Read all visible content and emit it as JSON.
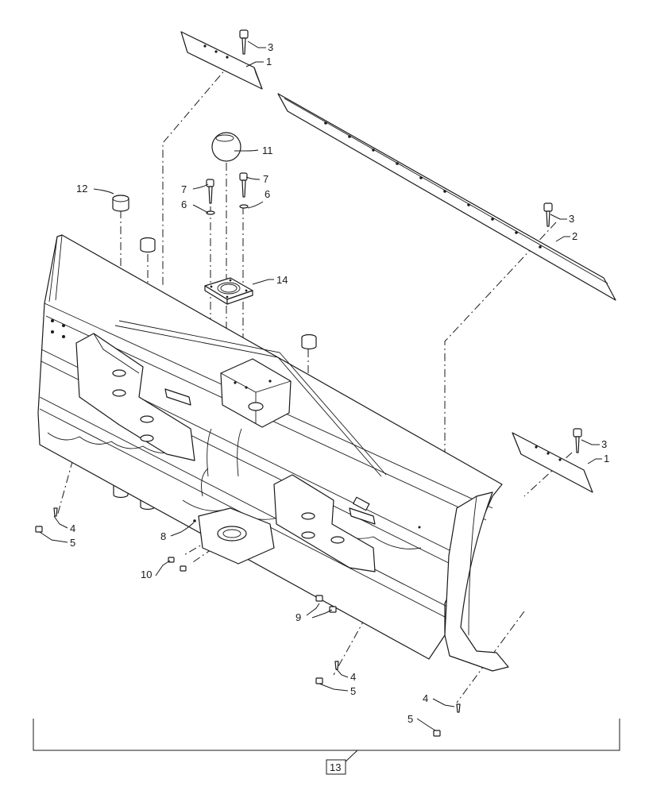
{
  "callouts": {
    "c1a": "1",
    "c1b": "1",
    "c2": "2",
    "c3a": "3",
    "c3b": "3",
    "c3c": "3",
    "c4a": "4",
    "c4b": "4",
    "c4c": "4",
    "c5a": "5",
    "c5b": "5",
    "c5c": "5",
    "c6a": "6",
    "c6b": "6",
    "c7a": "7",
    "c7b": "7",
    "c8": "8",
    "c9": "9",
    "c10": "10",
    "c11": "11",
    "c12": "12",
    "c13": "13",
    "c14": "14"
  }
}
